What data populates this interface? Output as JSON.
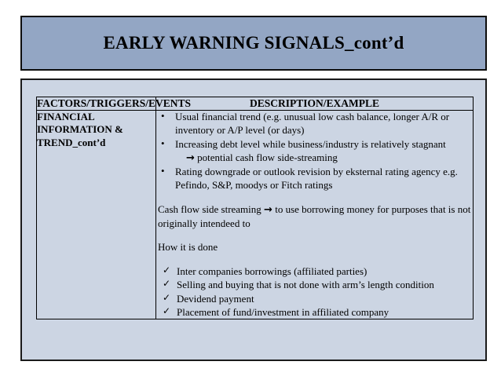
{
  "slide": {
    "title": "EARLY WARNING SIGNALS_cont’d",
    "colors": {
      "title_banner_bg": "#93a6c4",
      "body_bg": "#ccd5e3",
      "border": "#000000",
      "text": "#000000"
    }
  },
  "table": {
    "headers": {
      "factors": "FACTORS/TRIGGERS/EVENTS",
      "description": "DESCRIPTION/EXAMPLE"
    },
    "rows": [
      {
        "factor": "FINANCIAL INFORMATION & TREND_cont’d",
        "bullets": [
          {
            "text": "Usual financial trend (e.g. unusual low cash balance, longer A/R or inventory or A/P level (or days)",
            "sub": ""
          },
          {
            "text": "Increasing debt level while business/industry is relatively stagnant",
            "sub": "potential cash flow side-streaming"
          },
          {
            "text": "Rating downgrade or outlook revision by eksternal rating agency e.g. Pefindo, S&P, moodys or Fitch ratings",
            "sub": ""
          }
        ],
        "paragraphs": [
          "Cash flow side streaming → to use borrowing money for purposes that is not originally intendeed to",
          "How it is done"
        ],
        "paragraph_1_prefix": "Cash flow side streaming",
        "paragraph_1_suffix": "to use borrowing money for purposes that is not originally intendeed to",
        "paragraph_2": "How it is done",
        "checks": [
          "Inter companies borrowings (affiliated parties)",
          "Selling and buying that is not done with arm’s length condition",
          "Devidend payment",
          "Placement of fund/investment in affiliated company"
        ]
      }
    ]
  },
  "icons": {
    "arrow": "→",
    "check": "✓",
    "bullet": "•"
  }
}
